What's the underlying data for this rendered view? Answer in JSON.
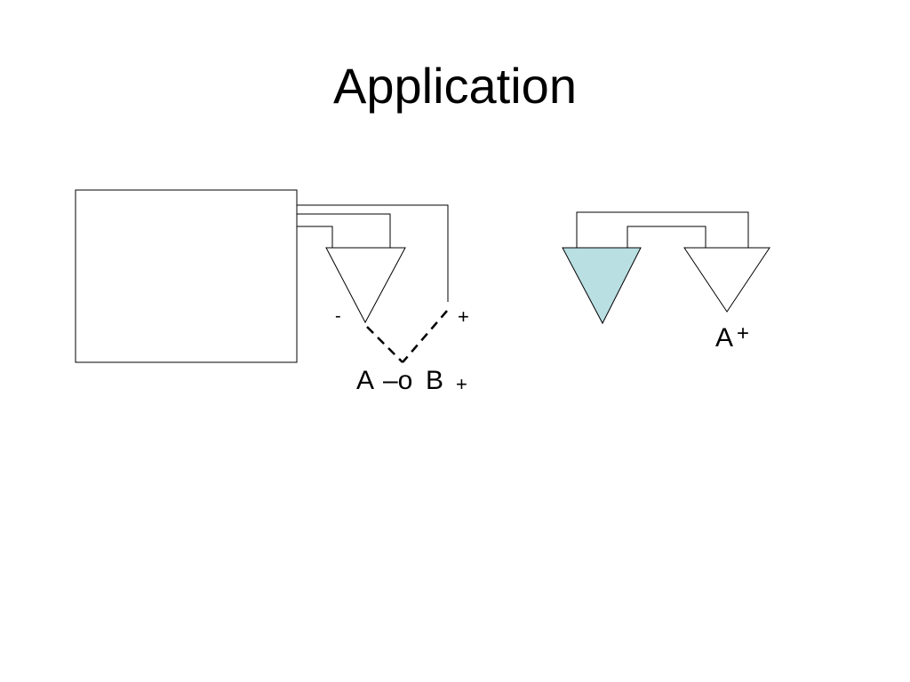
{
  "slide": {
    "title": "Application"
  },
  "diagram": {
    "left_circuit": {
      "minus_label": "-",
      "plus_label_right": "+",
      "expr_a": "A",
      "expr_op": "–o",
      "expr_b": "B",
      "expr_plus": "+"
    },
    "right_circuit": {
      "output_label": "A",
      "output_sup": "+"
    },
    "colors": {
      "line": "#000000",
      "filled_triangle": "#b9dfe3",
      "background": "#ffffff"
    }
  }
}
